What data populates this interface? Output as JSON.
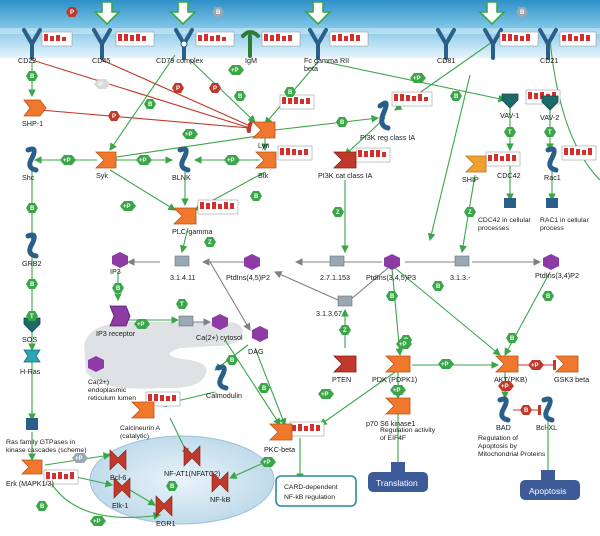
{
  "membrane": {
    "receptors": {
      "cd22": "CD22",
      "cd45": "CD45",
      "cd79": "CD79 complex",
      "igm": "IgM",
      "fcgr": "Fc gamma RII beta",
      "cd81": "CD81",
      "cd21": "CD21"
    }
  },
  "nodes": {
    "shp1": "SHP-1",
    "lyn": "Lyn",
    "pi3k_reg": "PI3K reg class IA",
    "vav1": "VAV-1",
    "vav2": "VAV-2",
    "shc": "Shc",
    "syk": "Syk",
    "blnk": "BLNK",
    "btk": "Btk",
    "pi3k_cat": "PI3K cat class IA",
    "ship": "SHIP",
    "cdc42": "CDC42",
    "rac1": "Rac1",
    "cdc42_proc": "CDC42 in cellular processes",
    "rac1_proc": "RAC1 in cellular process",
    "grb2": "GRB2",
    "plcg": "PLC-gamma",
    "ip3": "IP3",
    "e31411": "3.1.4.11",
    "pip2": "PtdIns(4,5)P2",
    "e27153": "2.7.1.153",
    "pip3": "PtdIns(3,4,5)P3",
    "e313": "3.1.3.-",
    "ptdins34": "PtdIns(3,4)P2",
    "sos": "SOS",
    "ip3r": "IP3 receptor",
    "ca_cyt": "Ca(2+) cytosol",
    "dag": "DAG",
    "e31367": "3.1.3.67",
    "ca_er": "Ca(2+) endoplasmic reticulum lumen",
    "hras": "H-Ras",
    "calmodulin": "Calmodulin",
    "pten": "PTEN",
    "pdk": "PDK (PDPK1)",
    "akt": "AKT(PKB)",
    "gsk3": "GSK3 beta",
    "bad": "BAD",
    "bclxl": "Bcl-XL",
    "p70s6": "p70 S6 kinase1",
    "calcineurin": "Calcineurin A (catalytic)",
    "ras_family": "Ras family GTPases in kinase cascades (scheme)",
    "bcl6": "Bcl-6",
    "nfat1": "NF-AT1(NFATC2)",
    "pkcb": "PKC-beta",
    "eif4f": "Regulation activity of EIF4F",
    "apoptosis_reg": "Regulation of Apoptosis by Mitochondrial Proteins",
    "erk": "Erk (MAPK1/3)",
    "elk1": "Elk-1",
    "egr1": "EGR1",
    "nfkb": "NF-kB",
    "card": "CARD-dependent NF-kB regulation"
  },
  "buttons": {
    "translation": "Translation",
    "apoptosis": "Apoptosis"
  },
  "tags": {
    "B": "B",
    "P": "P",
    "PLUS_P": "+P",
    "Z": "Z",
    "T": "T",
    "MINUS_P": "-P"
  },
  "colors": {
    "membrane_top": "#2d90c8",
    "membrane_bottom": "#d9eef8",
    "activation": "#3aa648",
    "inhibition": "#c0392b",
    "catalysis": "#5a9a4a",
    "receptor": "#2a5f8a",
    "kinase": "#f0772b",
    "compound": "#8e3aa4",
    "button": "#3d5a99"
  }
}
